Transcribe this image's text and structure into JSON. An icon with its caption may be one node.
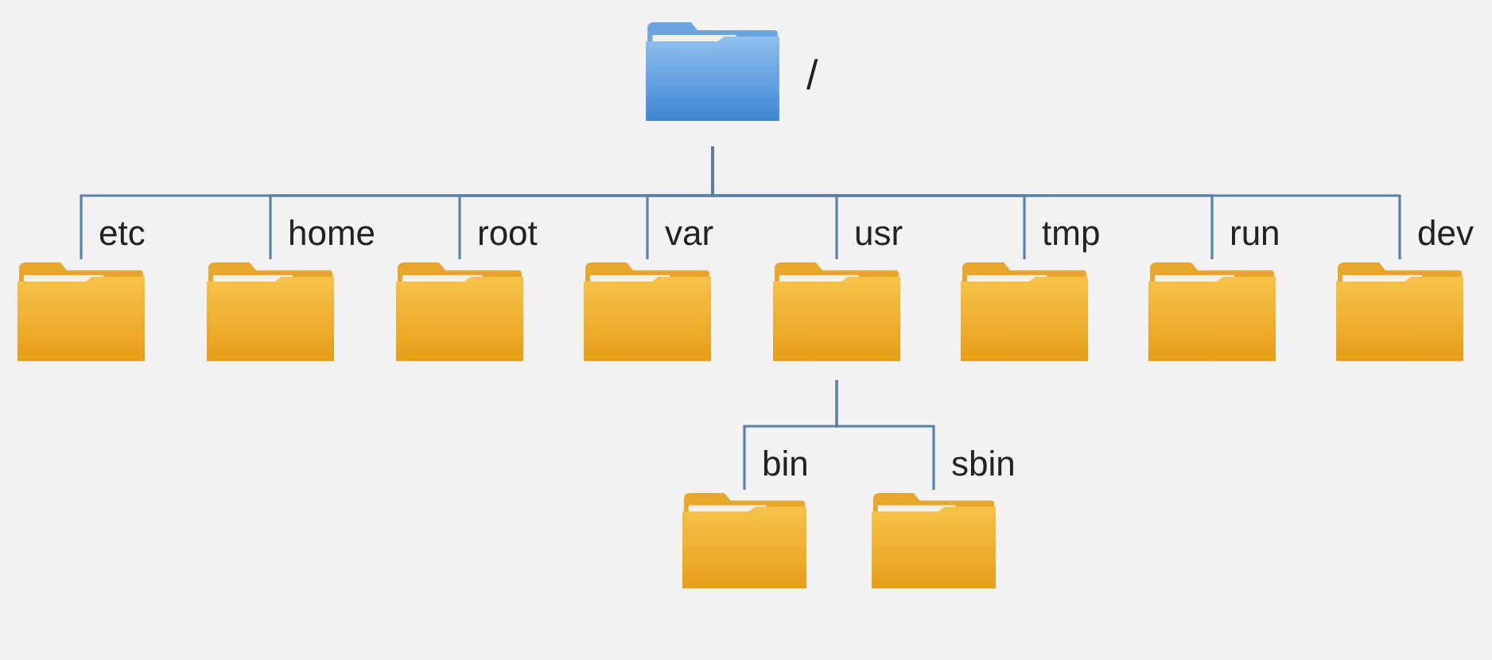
{
  "diagram": {
    "nodes": [
      {
        "text": [
          "/"
        ]
      },
      {
        "text": [
          "etc"
        ]
      },
      {
        "text": [
          "home"
        ]
      },
      {
        "text": [
          "root"
        ]
      },
      {
        "text": [
          "var"
        ]
      },
      {
        "text": [
          "usr"
        ]
      },
      {
        "text": [
          "tmp"
        ]
      },
      {
        "text": [
          "run"
        ]
      },
      {
        "text": [
          "dev"
        ]
      },
      {
        "text": [
          "bin"
        ]
      },
      {
        "text": [
          "sbin"
        ]
      }
    ],
    "edges": [
      {
        "from": 0,
        "to": 1,
        "arrow": "none"
      },
      {
        "from": 0,
        "to": 2,
        "arrow": "none"
      },
      {
        "from": 0,
        "to": 3,
        "arrow": "none"
      },
      {
        "from": 0,
        "to": 4,
        "arrow": "none"
      },
      {
        "from": 0,
        "to": 5,
        "arrow": "none"
      },
      {
        "from": 0,
        "to": 6,
        "arrow": "none"
      },
      {
        "from": 0,
        "to": 7,
        "arrow": "none"
      },
      {
        "from": 0,
        "to": 8,
        "arrow": "none"
      },
      {
        "from": 5,
        "to": 9,
        "arrow": "none"
      },
      {
        "from": 5,
        "to": 10,
        "arrow": "none"
      }
    ]
  }
}
